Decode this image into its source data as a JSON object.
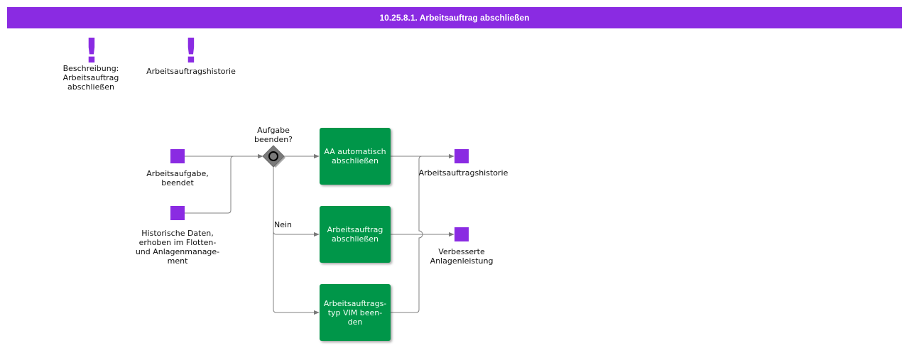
{
  "header": {
    "title": "10.25.8.1. Arbeitsauftrag abschließen"
  },
  "annotations": [
    {
      "label": "Beschreibung:\nArbeitsauftrag\nabschließen",
      "icon": "exclamation-icon"
    },
    {
      "label": "Arbeitsauftragshistorie",
      "icon": "exclamation-icon"
    }
  ],
  "inputs": [
    {
      "label": "Arbeitsaufgabe,\nbeendet"
    },
    {
      "label": "Historische Daten,\nerhoben im Flotten-\nund Anlagenmanage-\nment"
    }
  ],
  "gateway": {
    "label": "Aufgabe\nbeenden?",
    "branch_label": "Nein"
  },
  "tasks": [
    {
      "label": "AA automatisch\nabschließen"
    },
    {
      "label": "Arbeitsauftrag\nabschließen"
    },
    {
      "label": "Arbeitsauftrags-\ntyp VIM been-\nden"
    }
  ],
  "outputs": [
    {
      "label": "Arbeitsauftragshistorie"
    },
    {
      "label": "Verbesserte\nAnlagenleistung"
    }
  ],
  "colors": {
    "header": "#8a2be2",
    "data_object": "#8a2be2",
    "task": "#009649",
    "gateway": "#7a7a7a",
    "connector": "#808080"
  }
}
